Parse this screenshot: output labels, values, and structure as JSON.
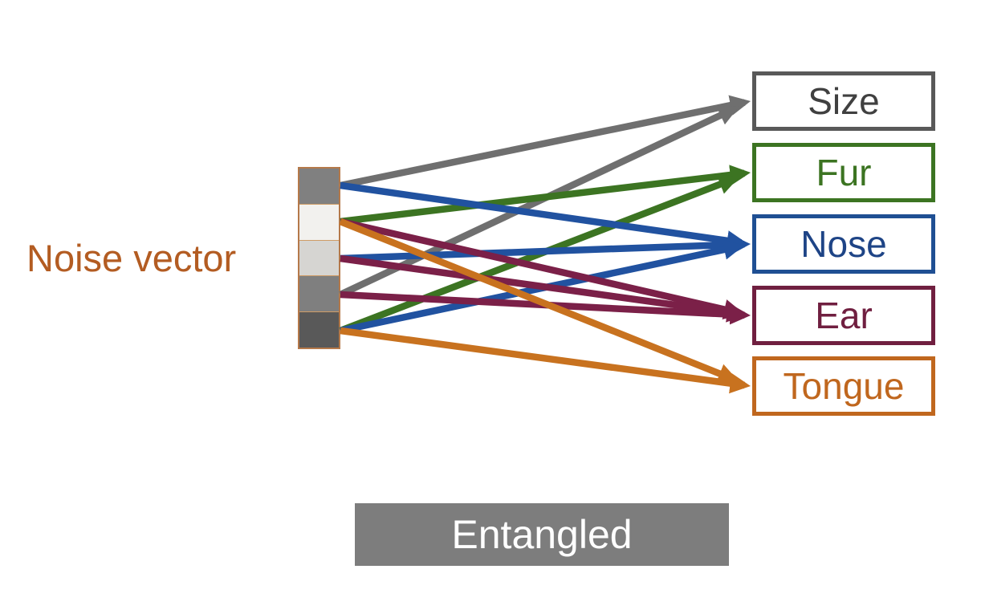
{
  "page": {
    "background": "#ffffff"
  },
  "noise_vector": {
    "label": "Noise vector",
    "label_color": "#b35c22",
    "border_color": "#b5794a",
    "cells": [
      {
        "shade": "#808080"
      },
      {
        "shade": "#f2f1ee"
      },
      {
        "shade": "#d6d5d2"
      },
      {
        "shade": "#7f7f7f"
      },
      {
        "shade": "#595959"
      }
    ]
  },
  "factors": [
    {
      "id": "size",
      "label": "Size",
      "border_color": "#595959",
      "text_color": "#404040",
      "arrow_color": "#6f6f6f"
    },
    {
      "id": "fur",
      "label": "Fur",
      "border_color": "#3c7422",
      "text_color": "#3c7422",
      "arrow_color": "#3c7422"
    },
    {
      "id": "nose",
      "label": "Nose",
      "border_color": "#1f4f93",
      "text_color": "#1e4486",
      "arrow_color": "#2152a0"
    },
    {
      "id": "ear",
      "label": "Ear",
      "border_color": "#701f40",
      "text_color": "#701f40",
      "arrow_color": "#7b2048"
    },
    {
      "id": "tongue",
      "label": "Tongue",
      "border_color": "#c0671e",
      "text_color": "#c0671e",
      "arrow_color": "#c8721f"
    }
  ],
  "arrows": [
    {
      "from_cell": 1,
      "to": "size",
      "color": "#6f6f6f"
    },
    {
      "from_cell": 4,
      "to": "size",
      "color": "#6f6f6f"
    },
    {
      "from_cell": 2,
      "to": "fur",
      "color": "#3c7422"
    },
    {
      "from_cell": 5,
      "to": "fur",
      "color": "#3c7422"
    },
    {
      "from_cell": 1,
      "to": "nose",
      "color": "#2152a0"
    },
    {
      "from_cell": 3,
      "to": "nose",
      "color": "#2152a0"
    },
    {
      "from_cell": 5,
      "to": "nose",
      "color": "#2152a0"
    },
    {
      "from_cell": 2,
      "to": "ear",
      "color": "#7b2048"
    },
    {
      "from_cell": 3,
      "to": "ear",
      "color": "#7b2048"
    },
    {
      "from_cell": 4,
      "to": "ear",
      "color": "#7b2048"
    },
    {
      "from_cell": 2,
      "to": "tongue",
      "color": "#c8721f"
    },
    {
      "from_cell": 5,
      "to": "tongue",
      "color": "#c8721f"
    }
  ],
  "caption": {
    "label": "Entangled",
    "background": "#7d7d7d",
    "text_color": "#ffffff"
  }
}
